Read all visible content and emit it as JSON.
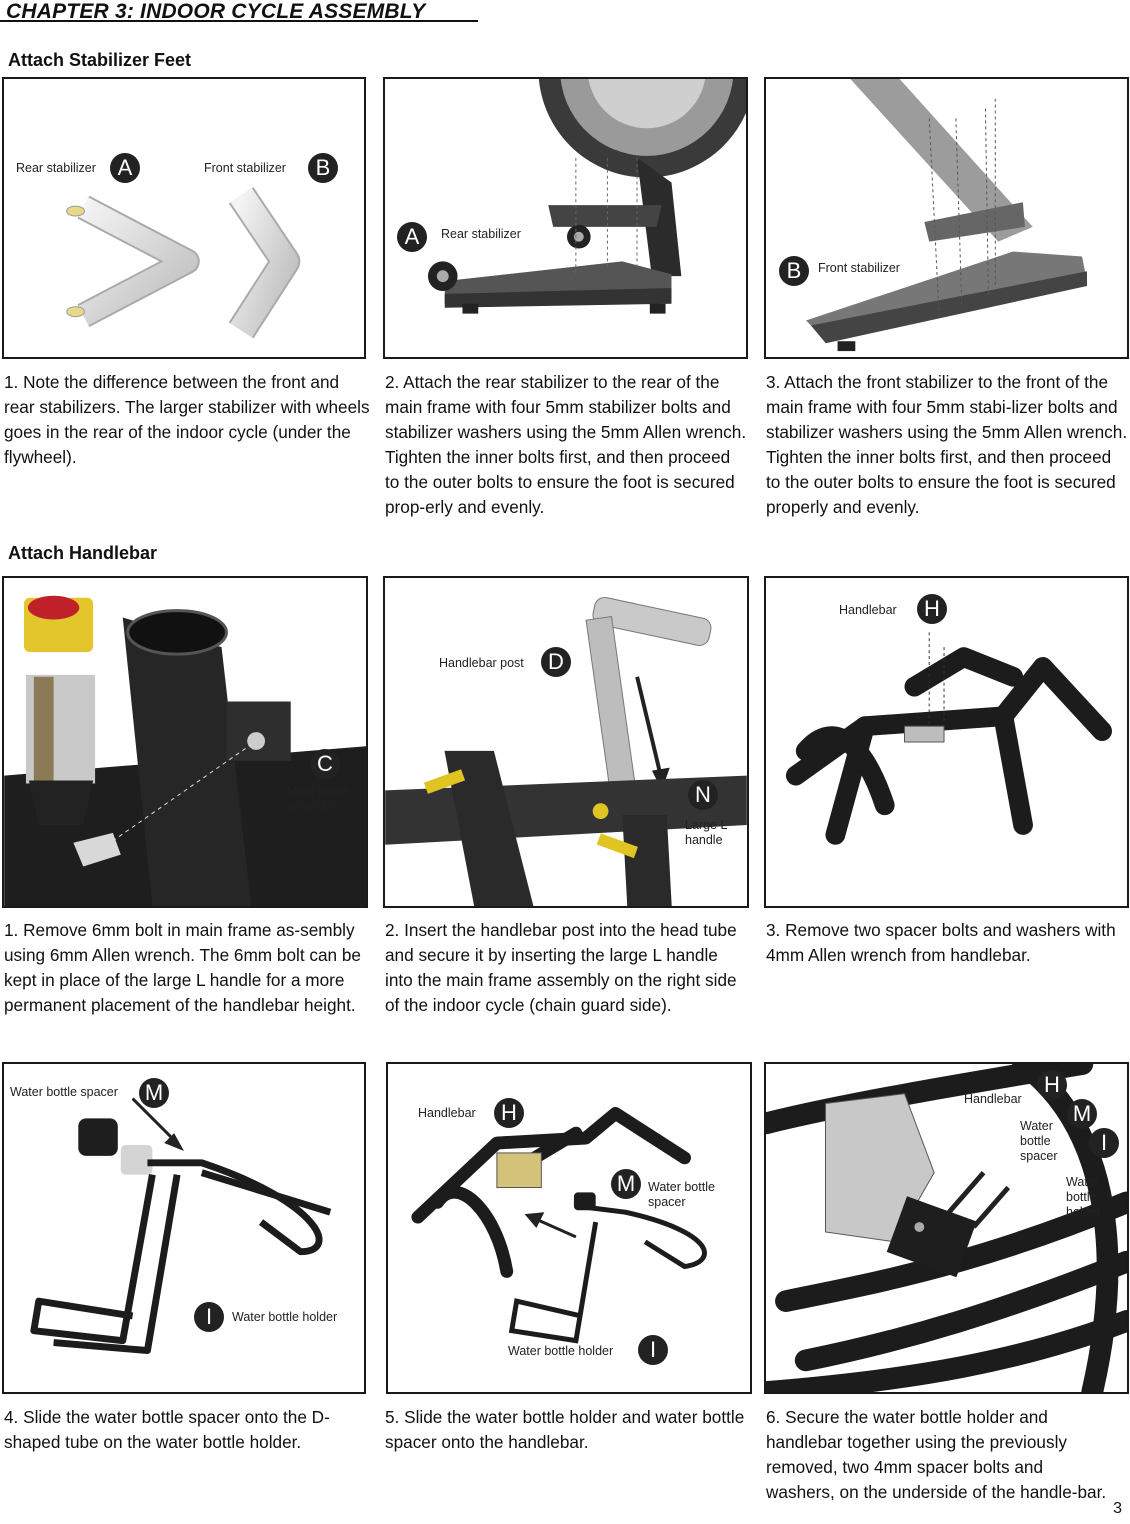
{
  "title": "CHAPTER 3: INDOOR CYCLE ASSEMBLY",
  "sections": {
    "stabilizer": "Attach Stabilizer Feet",
    "handlebar": "Attach Handlebar"
  },
  "row1": {
    "p1": {
      "rear_label": "Rear stabilizer",
      "rear_badge": "A",
      "front_label": "Front stabilizer",
      "front_badge": "B"
    },
    "p2": {
      "badge": "A",
      "label": "Rear stabilizer"
    },
    "p3": {
      "badge": "B",
      "label": "Front stabilizer"
    },
    "step1": "1. Note the difference between the front and rear stabilizers.  The larger stabilizer with wheels goes in the rear of the indoor cycle (under the flywheel).",
    "step2": "2. Attach the rear stabilizer to the rear of the main frame with four 5mm stabilizer bolts and stabilizer washers using the 5mm Allen wrench. Tighten the inner bolts first, and then proceed to the outer bolts to ensure the foot is secured prop-erly and evenly.",
    "step3": "3. Attach the front stabilizer to the front of the main frame with four 5mm stabi-lizer bolts and stabilizer washers using the 5mm Allen wrench.  Tighten the inner bolts first, and then proceed to the outer bolts to ensure the foot is secured properly and evenly."
  },
  "row2": {
    "p1": {
      "badge": "C",
      "label": "Main frame assembly"
    },
    "p2": {
      "post_label": "Handlebar post",
      "post_badge": "D",
      "handle_badge": "N",
      "handle_label": "Large L handle"
    },
    "p3": {
      "label": "Handlebar",
      "badge": "H"
    },
    "step1": "1. Remove 6mm bolt in main frame as-sembly using 6mm Allen wrench. The 6mm bolt can be kept in place of the large L handle for a more permanent placement of the handlebar height.",
    "step2": "2. Insert the handlebar post into the head tube and secure it by inserting the large L handle into the main frame assembly on the right side of the indoor cycle (chain guard side).",
    "step3": "3. Remove two spacer bolts and washers with 4mm Allen wrench from handlebar."
  },
  "row3": {
    "p1": {
      "spacer_label": "Water bottle spacer",
      "spacer_badge": "M",
      "holder_badge": "I",
      "holder_label": "Water bottle holder"
    },
    "p2": {
      "handlebar_label": "Handlebar",
      "handlebar_badge": "H",
      "spacer_badge": "M",
      "spacer_label": "Water bottle spacer",
      "holder_label": "Water bottle holder",
      "holder_badge": "I"
    },
    "p3": {
      "handlebar_label": "Handlebar",
      "h_badge": "H",
      "m_badge": "M",
      "spacer_label": "Water bottle spacer",
      "i_badge": "I",
      "holder_label": "Water bottle holder"
    },
    "step4": "4. Slide the water bottle spacer onto the D-shaped tube on the water bottle holder.",
    "step5": "5. Slide the water bottle holder and water bottle spacer onto the handlebar.",
    "step6": "6. Secure the water bottle holder and handlebar together using the previously removed, two 4mm spacer bolts and washers, on the underside of the handle-bar."
  },
  "page_number": "3"
}
